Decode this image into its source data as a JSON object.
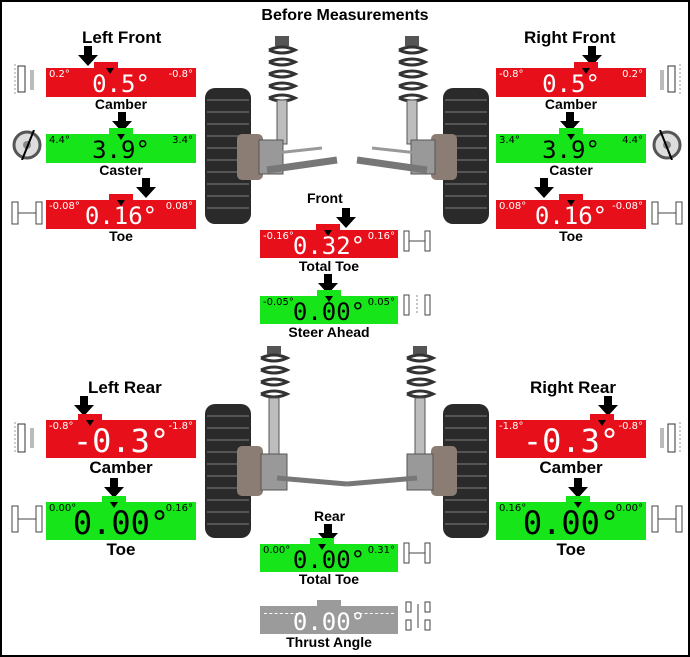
{
  "title": "Before Measurements",
  "front_label": "Front",
  "rear_label": "Rear",
  "left_front": {
    "heading": "Left Front",
    "camber": {
      "label": "Camber",
      "value": "0.5°",
      "min": "0.2°",
      "max": "-0.8°",
      "status": "out"
    },
    "caster": {
      "label": "Caster",
      "value": "3.9°",
      "min": "4.4°",
      "max": "3.4°",
      "status": "ok"
    },
    "toe": {
      "label": "Toe",
      "value": "0.16°",
      "min": "-0.08°",
      "max": "0.08°",
      "status": "out"
    }
  },
  "right_front": {
    "heading": "Right Front",
    "camber": {
      "label": "Camber",
      "value": "0.5°",
      "min": "-0.8°",
      "max": "0.2°",
      "status": "out"
    },
    "caster": {
      "label": "Caster",
      "value": "3.9°",
      "min": "3.4°",
      "max": "4.4°",
      "status": "ok"
    },
    "toe": {
      "label": "Toe",
      "value": "0.16°",
      "min": "0.08°",
      "max": "-0.08°",
      "status": "out"
    }
  },
  "front_total_toe": {
    "label": "Total Toe",
    "value": "0.32°",
    "min": "-0.16°",
    "max": "0.16°",
    "status": "out"
  },
  "steer_ahead": {
    "label": "Steer Ahead",
    "value": "0.00°",
    "min": "-0.05°",
    "max": "0.05°",
    "status": "ok"
  },
  "left_rear": {
    "heading": "Left Rear",
    "camber": {
      "label": "Camber",
      "value": "-0.3°",
      "min": "-0.8°",
      "max": "-1.8°",
      "status": "out"
    },
    "toe": {
      "label": "Toe",
      "value": "0.00°",
      "min": "0.00°",
      "max": "0.16°",
      "status": "ok"
    }
  },
  "right_rear": {
    "heading": "Right Rear",
    "camber": {
      "label": "Camber",
      "value": "-0.3°",
      "min": "-1.8°",
      "max": "-0.8°",
      "status": "out"
    },
    "toe": {
      "label": "Toe",
      "value": "0.00°",
      "min": "0.16°",
      "max": "0.00°",
      "status": "ok"
    }
  },
  "rear_total_toe": {
    "label": "Total Toe",
    "value": "0.00°",
    "min": "0.00°",
    "max": "0.31°",
    "status": "ok"
  },
  "thrust_angle": {
    "label": "Thrust Angle",
    "value": "0.00°",
    "min": "",
    "max": "",
    "status": "neutral"
  },
  "colors": {
    "out_of_spec": "#e7101a",
    "in_spec": "#16e51a",
    "neutral": "#9b9b9b"
  },
  "icons": [
    "down-arrow-icon",
    "suspension-strut-icon",
    "wheel-tire-icon",
    "camber-diagram-icon",
    "caster-diagram-icon",
    "toe-diagram-icon"
  ]
}
